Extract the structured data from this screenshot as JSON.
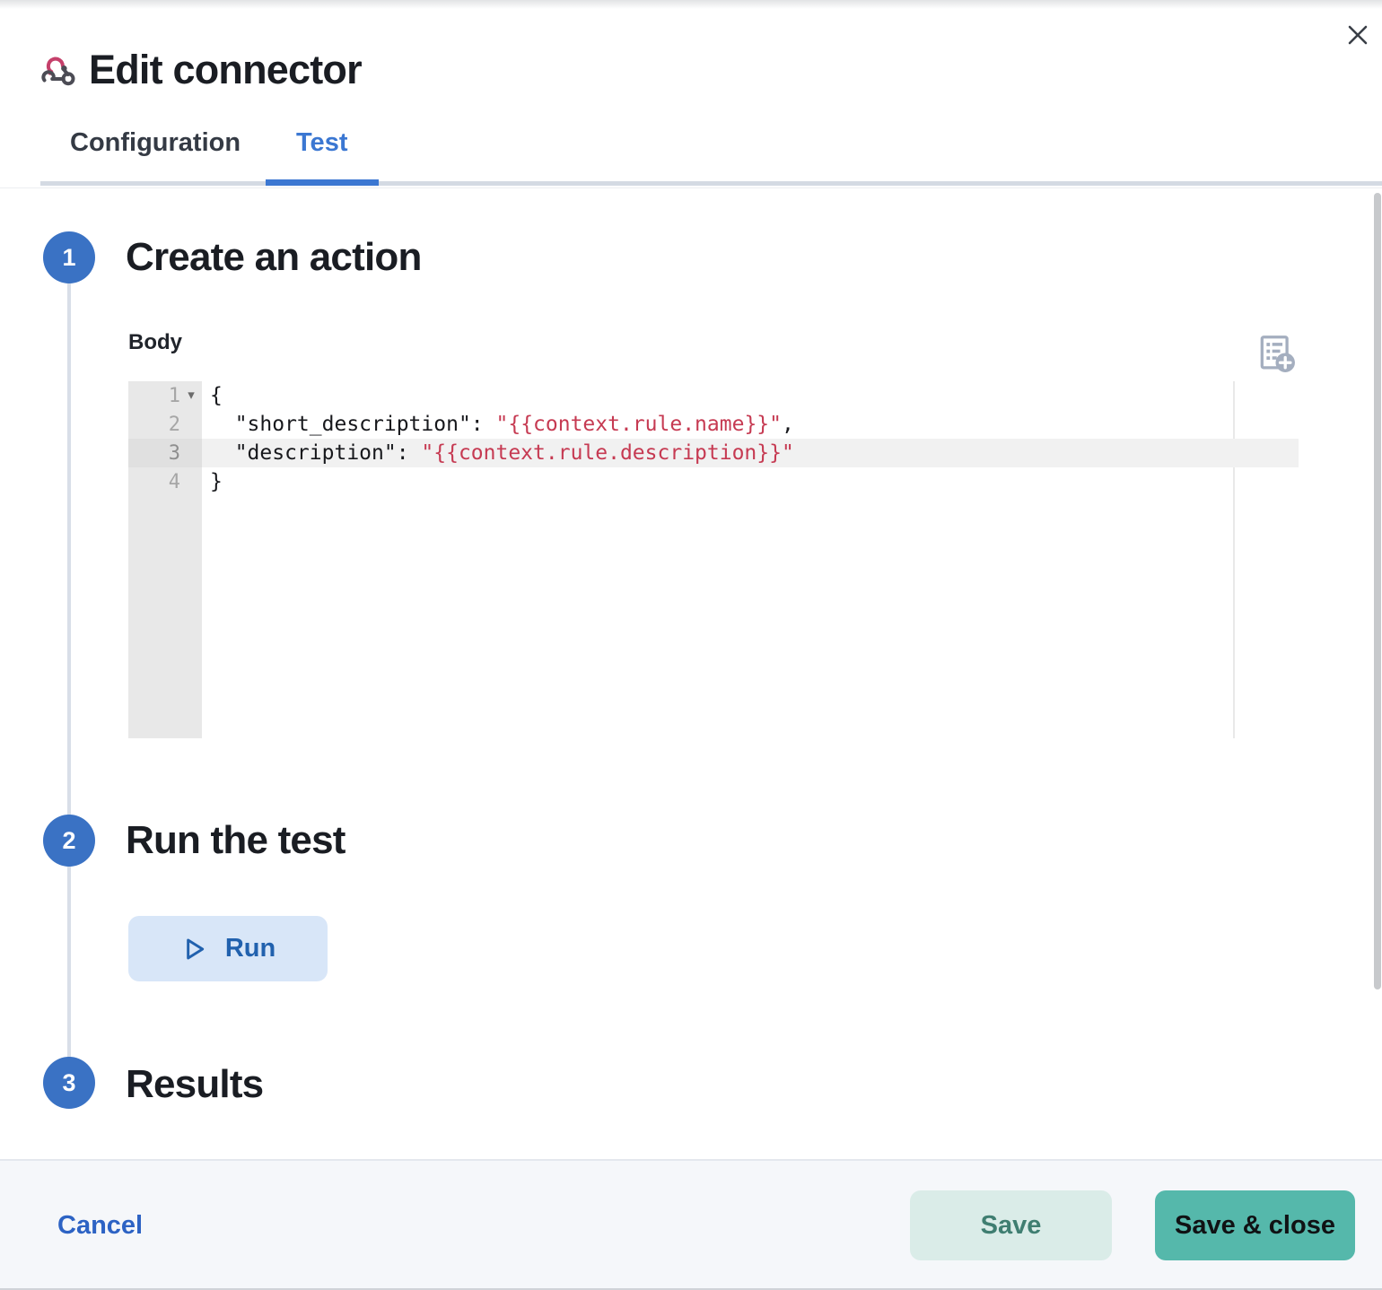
{
  "header": {
    "title": "Edit connector",
    "icon": "webhook-icon",
    "tabs": [
      {
        "label": "Configuration",
        "active": false
      },
      {
        "label": "Test",
        "active": true
      }
    ]
  },
  "steps": [
    {
      "number": "1",
      "title": "Create an action"
    },
    {
      "number": "2",
      "title": "Run the test"
    },
    {
      "number": "3",
      "title": "Results"
    }
  ],
  "body_section": {
    "label": "Body",
    "add_variable_icon": "add-variable-icon",
    "editor": {
      "active_line": 3,
      "lines": [
        {
          "num": "1",
          "fold": true,
          "active": false,
          "segments": [
            {
              "text": "{",
              "type": "plain"
            }
          ]
        },
        {
          "num": "2",
          "fold": false,
          "active": false,
          "segments": [
            {
              "text": "  \"short_description\": ",
              "type": "plain"
            },
            {
              "text": "\"{{context.rule.name}}\"",
              "type": "string"
            },
            {
              "text": ",",
              "type": "plain"
            }
          ]
        },
        {
          "num": "3",
          "fold": false,
          "active": true,
          "segments": [
            {
              "text": "  \"description\": ",
              "type": "plain"
            },
            {
              "text": "\"{{context.rule.description}}\"",
              "type": "string"
            }
          ]
        },
        {
          "num": "4",
          "fold": false,
          "active": false,
          "segments": [
            {
              "text": "}",
              "type": "plain"
            }
          ]
        }
      ]
    }
  },
  "run_section": {
    "button_label": "Run",
    "button_icon": "play-icon"
  },
  "footer": {
    "cancel_label": "Cancel",
    "save_label": "Save",
    "save_close_label": "Save & close"
  },
  "colors": {
    "primary_blue": "#3b77d2",
    "step_circle_blue": "#3a72c4",
    "link_blue": "#2d63c4",
    "run_button_bg": "#d8e6f8",
    "run_button_text": "#2161ae",
    "success_teal": "#55b8ab",
    "success_teal_light": "#daece8",
    "success_text_dark": "#3f7e71",
    "code_string_red": "#c63a52",
    "gutter_gray": "#e8e8e8",
    "active_line_gray": "#f1f1f1",
    "footer_bg": "#f5f7fa",
    "webhook_icon_pink": "#c5406b",
    "webhook_icon_dark": "#4c4c55",
    "icon_gray_blue": "#a4aebf"
  }
}
